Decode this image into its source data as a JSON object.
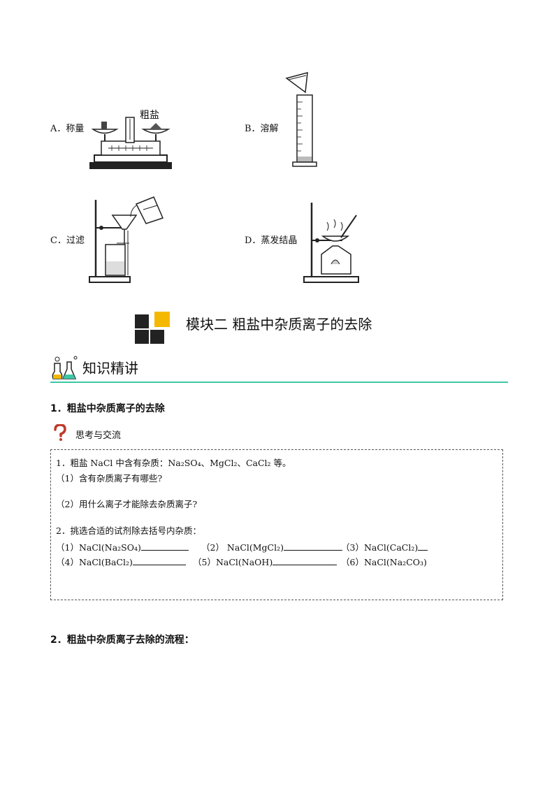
{
  "options": [
    {
      "label": "A．称量",
      "tag": "粗盐"
    },
    {
      "label": "B．溶解"
    },
    {
      "label": "C．过滤"
    },
    {
      "label": "D．蒸发结晶"
    }
  ],
  "module_title": "模块二  粗盐中杂质离子的去除",
  "section_title": "知识精讲",
  "heading1": "1．粗盐中杂质离子的去除",
  "think_label": "思考与交流",
  "box": {
    "q1": "1．粗盐 NaCl 中含有杂质：Na₂SO₄、MgCl₂、CaCl₂ 等。",
    "q1a": "（1）含有杂质离子有哪些?",
    "q1b": "（2）用什么离子才能除去杂质离子?",
    "q2": "2．挑选合适的试剂除去括号内杂质：",
    "items": [
      "（1）NaCl(Na₂SO₄)",
      "（2）  NaCl(MgCl₂)",
      "（3）NaCl(CaCl₂)",
      "（4）NaCl(BaCl₂)",
      "（5）NaCl(NaOH)",
      "（6）NaCl(Na₂CO₃)"
    ]
  },
  "heading2": "2．粗盐中杂质离子去除的流程："
}
